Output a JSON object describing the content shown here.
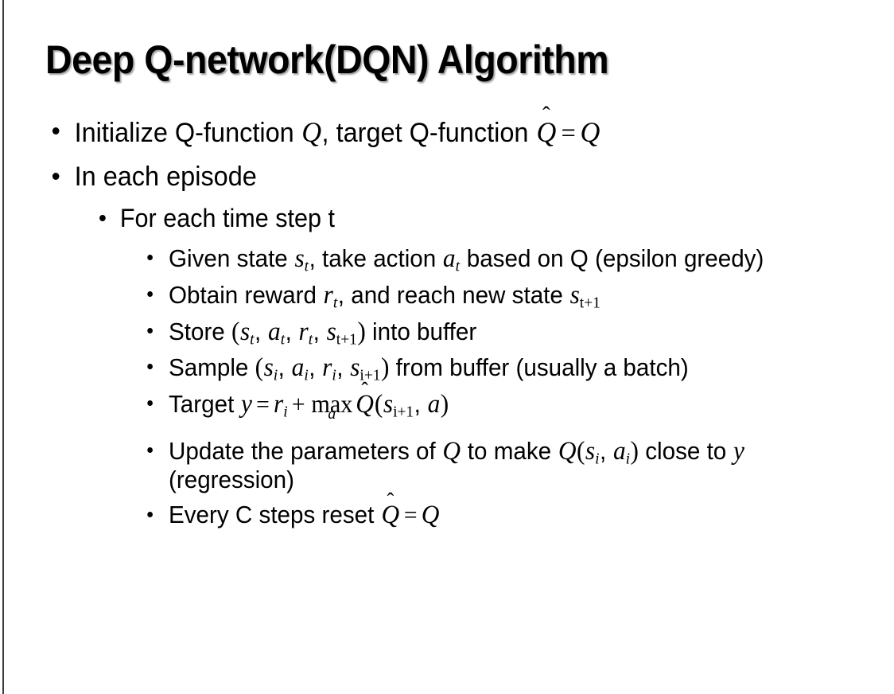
{
  "slide": {
    "title": "Deep Q-network(DQN) Algorithm",
    "background_color": "#ffffff",
    "text_color": "#000000",
    "edge_accent_color": "#3a3a3a",
    "bullet_glyph": "•"
  },
  "content": {
    "b1": {
      "level": 1,
      "text_plain": "Initialize Q-function Q, target Q-function Q̂ = Q",
      "seg": {
        "a": "Initialize Q-function ",
        "q1": "Q",
        "b": ", target Q-function ",
        "qhat": "Q",
        "hat": "̂",
        "eq": "=",
        "q2": "Q"
      }
    },
    "b2": {
      "level": 1,
      "text_plain": "In each episode",
      "seg": {
        "a": "In each episode"
      }
    },
    "b3": {
      "level": 2,
      "text_plain": "For each time step t",
      "seg": {
        "a": "For each time step t"
      }
    },
    "b4": {
      "level": 3,
      "text_plain": "Given state s_t, take action a_t based on Q (epsilon greedy)",
      "seg": {
        "a": "Given state ",
        "s": "s",
        "s_sub": "t",
        "b": ", take action ",
        "act": "a",
        "act_sub": "t",
        "c": " based on Q (epsilon greedy)"
      }
    },
    "b5": {
      "level": 3,
      "text_plain": "Obtain reward r_t, and reach new state s_{t+1}",
      "seg": {
        "a": "Obtain reward ",
        "r": "r",
        "r_sub": "t",
        "b": ", and reach new state ",
        "s": "s",
        "s_sub": "t+1"
      }
    },
    "b6": {
      "level": 3,
      "text_plain": "Store (s_t, a_t, r_t, s_{t+1}) into buffer",
      "seg": {
        "a": "Store ",
        "lp": "(",
        "s": "s",
        "s_sub": "t",
        "c1": ", ",
        "act": "a",
        "act_sub": "t",
        "c2": ", ",
        "r": "r",
        "r_sub": "t",
        "c3": ", ",
        "s2": "s",
        "s2_sub": "t+1",
        "rp": ")",
        "b": " into buffer"
      }
    },
    "b7": {
      "level": 3,
      "text_plain": "Sample (s_i, a_i, r_i, s_{i+1}) from buffer (usually a batch)",
      "seg": {
        "a": "Sample ",
        "lp": "(",
        "s": "s",
        "s_sub": "i",
        "c1": ", ",
        "act": "a",
        "act_sub": "i",
        "c2": ", ",
        "r": "r",
        "r_sub": "i",
        "c3": ", ",
        "s2": "s",
        "s2_sub": "i+1",
        "rp": ")",
        "b": " from buffer (usually a batch)"
      }
    },
    "b8": {
      "level": 3,
      "text_plain": "Target y = r_i + max_a Q̂(s_{i+1}, a)",
      "seg": {
        "a": "Target ",
        "y": "y",
        "eq": "=",
        "r": "r",
        "r_sub": "i",
        "plus": "+",
        "max": "max",
        "max_under": "a",
        "qhat": "Q",
        "hat": "̂",
        "lp": "(",
        "s": "s",
        "s_sub": "i+1",
        "c1": ", ",
        "act": "a",
        "rp": ")"
      }
    },
    "b9": {
      "level": 3,
      "text_plain": "Update the parameters of Q to make Q(s_i, a_i) close to y (regression)",
      "seg": {
        "a": "Update the parameters of ",
        "q1": "Q",
        "b": " to make ",
        "q2": "Q",
        "lp": "(",
        "s": "s",
        "s_sub": "i",
        "c1": ", ",
        "act": "a",
        "act_sub": "i",
        "rp": ")",
        "c": " close to ",
        "y": "y",
        "d": " (regression)"
      }
    },
    "b10": {
      "level": 3,
      "text_plain": "Every C steps reset Q̂ = Q",
      "seg": {
        "a": "Every C steps reset ",
        "qhat": "Q",
        "hat": "̂",
        "eq": "=",
        "q2": "Q"
      }
    }
  }
}
